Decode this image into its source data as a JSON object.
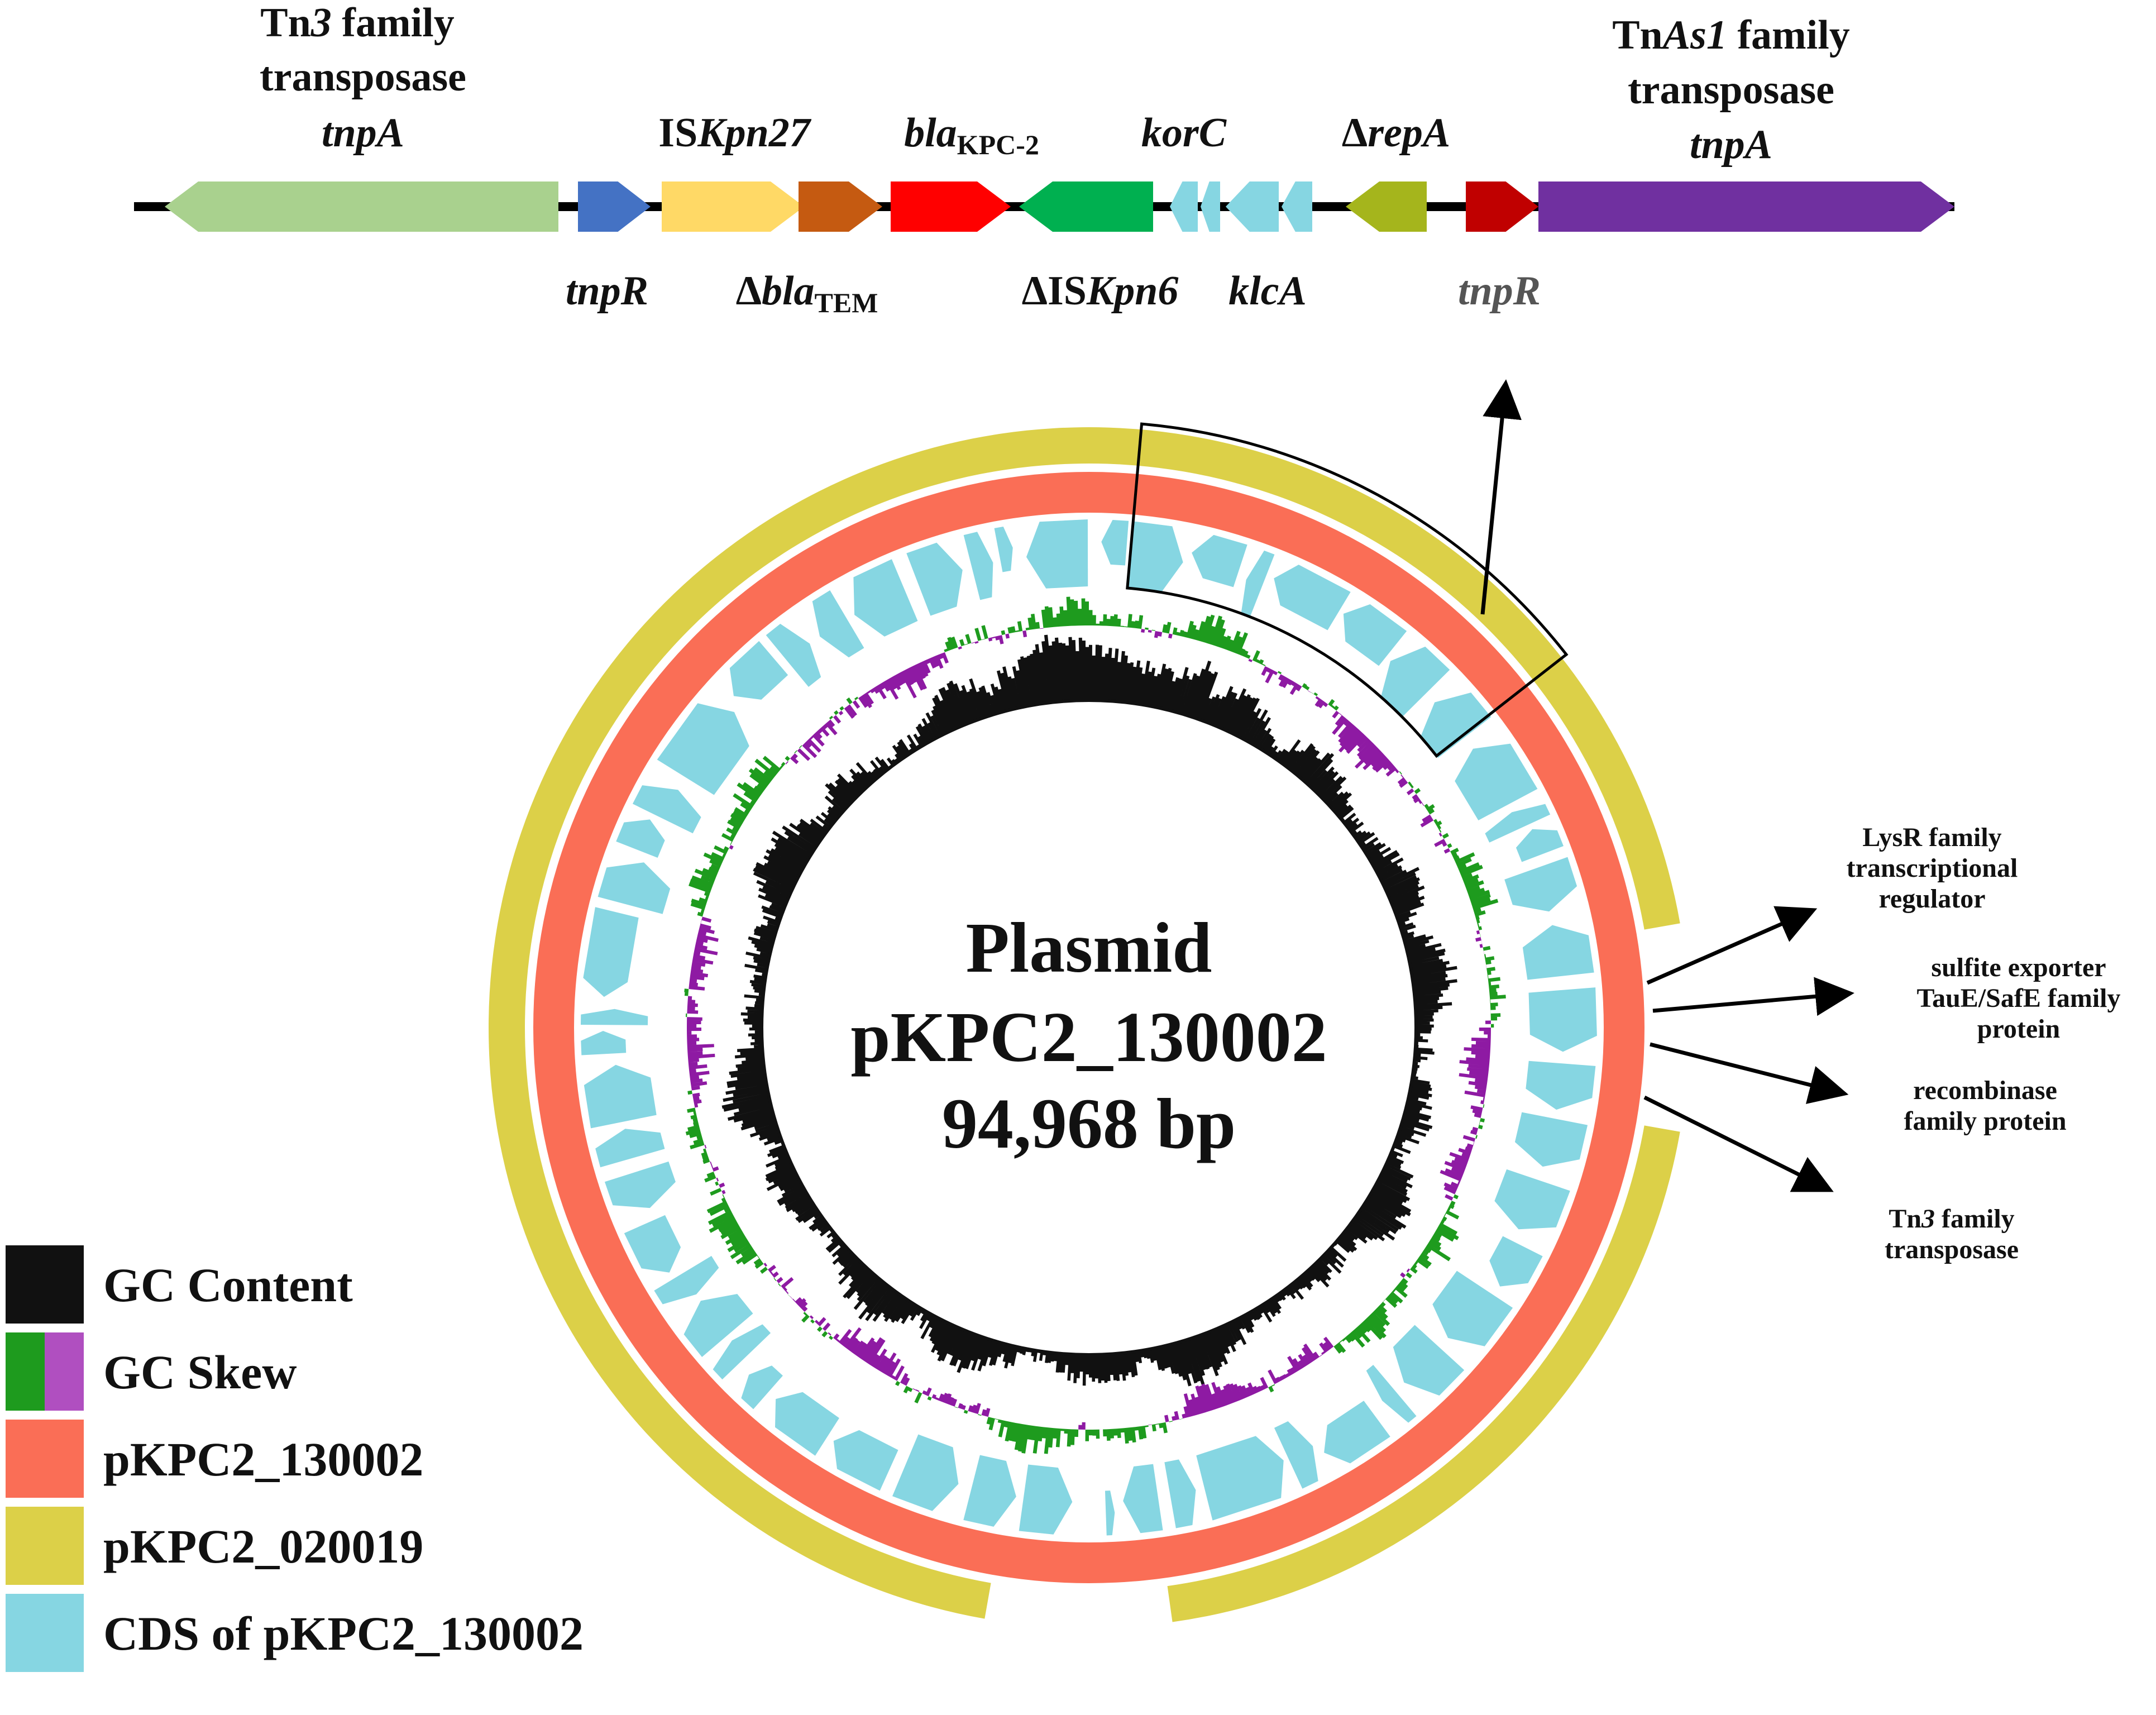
{
  "colors": {
    "gc_content": "#111111",
    "gc_skew_pos": "#1e9b1e",
    "gc_skew_neg": "#8e1aa3",
    "track_130002": "#fa6e56",
    "track_020019": "#dcd048",
    "cds": "#86d6e2",
    "backbone": "#000000"
  },
  "top_genes": [
    {
      "name": "tnpA-tn3-gene",
      "color": "#a9d18e",
      "dir": "left"
    },
    {
      "name": "tnpR-gene",
      "color": "#4472c4",
      "dir": "right"
    },
    {
      "name": "iskpn27-gene",
      "color": "#ffd966",
      "dir": "right"
    },
    {
      "name": "delta-blatem-gene",
      "color": "#c55a11",
      "dir": "right"
    },
    {
      "name": "blakpc2-gene",
      "color": "#ff0000",
      "dir": "right"
    },
    {
      "name": "delta-iskpn6-gene",
      "color": "#00b050",
      "dir": "left"
    },
    {
      "name": "korc-gene-1",
      "color": "#86d6e2",
      "dir": "left"
    },
    {
      "name": "korc-gene-2",
      "color": "#86d6e2",
      "dir": "left"
    },
    {
      "name": "klca-gene-1",
      "color": "#86d6e2",
      "dir": "left"
    },
    {
      "name": "klca-gene-2",
      "color": "#86d6e2",
      "dir": "left"
    },
    {
      "name": "delta-repa-gene",
      "color": "#a5b51c",
      "dir": "left"
    },
    {
      "name": "tnpR-gene-2",
      "color": "#c00000",
      "dir": "right"
    },
    {
      "name": "tnpA-tnas1-gene",
      "color": "#7030a0",
      "dir": "right"
    }
  ],
  "labels": {
    "tn3_l1a": "Tn",
    "tn3_l1b": "3",
    "tn3_l1c": " family",
    "tn3_l2": "transposase",
    "tn3_l3": "tnpA",
    "iskpn27_a": "IS",
    "iskpn27_b": "Kpn27",
    "bla_a": "bla",
    "bla_b": "KPC-2",
    "korc": "korC",
    "repa_a": "Δ",
    "repa_b": "repA",
    "tnas1_l1a": "Tn",
    "tnas1_l1b": "As1",
    "tnas1_l1c": " family",
    "tnas1_l2": "transposase",
    "tnas1_l3": "tnpA",
    "tnpr": "tnpR",
    "blatem_a": "Δ",
    "blatem_b": "bla",
    "blatem_c": "TEM",
    "iskpn6_a": "ΔIS",
    "iskpn6_b": "Kpn6",
    "klca": "klcA",
    "tnpr2": "tnpR"
  },
  "annotations": {
    "lysr_l1": "LysR family",
    "lysr_l2": "transcriptional",
    "lysr_l3": "regulator",
    "sulfite_l1": "sulfite exporter",
    "sulfite_l2": "TauE/SafE family",
    "sulfite_l3": "protein",
    "recomb_l1": "recombinase",
    "recomb_l2": "family protein",
    "tn3_l1a": "Tn",
    "tn3_l1b": "3",
    "tn3_l1c": " family",
    "tn3_l2": "transposase"
  },
  "center": {
    "line1": "Plasmid",
    "line2": "pKPC2_130002",
    "line3": "94,968 bp"
  },
  "legend": [
    {
      "label": "GC Content",
      "color": "#111111"
    },
    {
      "label": "GC Skew",
      "color": "#1e9b1e",
      "color2": "#b04fc0"
    },
    {
      "label": "pKPC2_130002",
      "color": "#fa6e56"
    },
    {
      "label": "pKPC2_020019",
      "color": "#dcd048"
    },
    {
      "label": "CDS of pKPC2_130002",
      "color": "#86d6e2"
    }
  ]
}
